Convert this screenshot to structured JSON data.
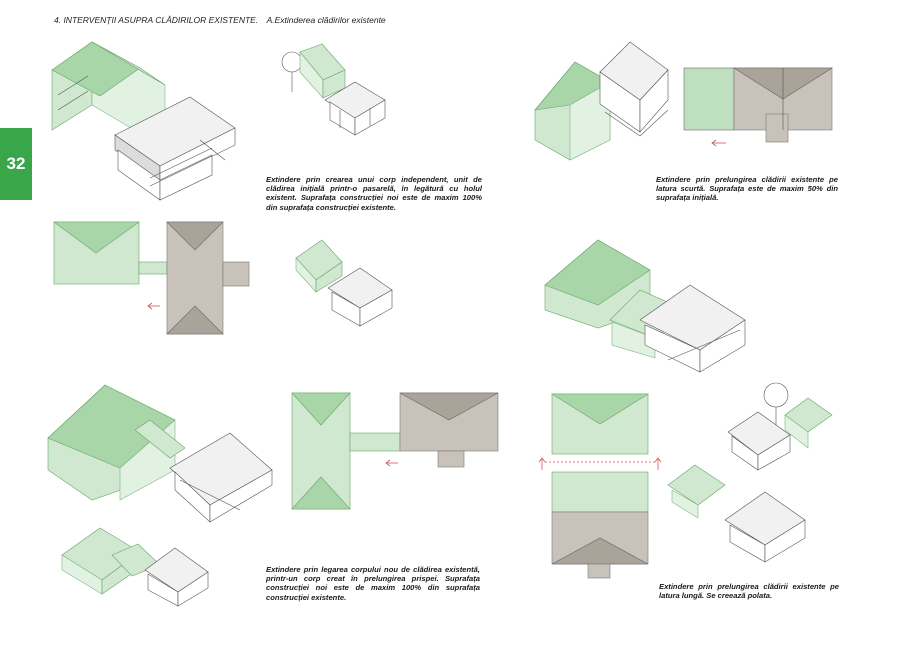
{
  "header": {
    "title": "4. INTERVENȚII ASUPRA CLĂDIRILOR EXISTENTE.",
    "subtitle": "A.Extinderea clădirilor existente"
  },
  "page_number": "32",
  "captions": {
    "c1": "Extindere prin crearea unui corp independent, unit de clădirea inițială printr-o pasarelă, în legătură cu holul existent. Suprafața construcției noi este de maxim 100% din suprafața construcției existente.",
    "c2": "Extindere prin prelungirea clădirii existente pe latura scurtă. Suprafața este de maxim 50% din suprafața inițială.",
    "c3": "Extindere prin legarea corpului nou de clădirea existentă, printr-un corp creat în prelungirea prispei. Suprafața construcției noi este de maxim 100% din suprafața construcției existente.",
    "c4": "Extindere prin prelungirea clădirii existente pe latura lungă. Se creează polata."
  },
  "colors": {
    "accent_green": "#3aa64a",
    "extension_green": "#cfe8cf",
    "arrow_red": "#d35454"
  }
}
